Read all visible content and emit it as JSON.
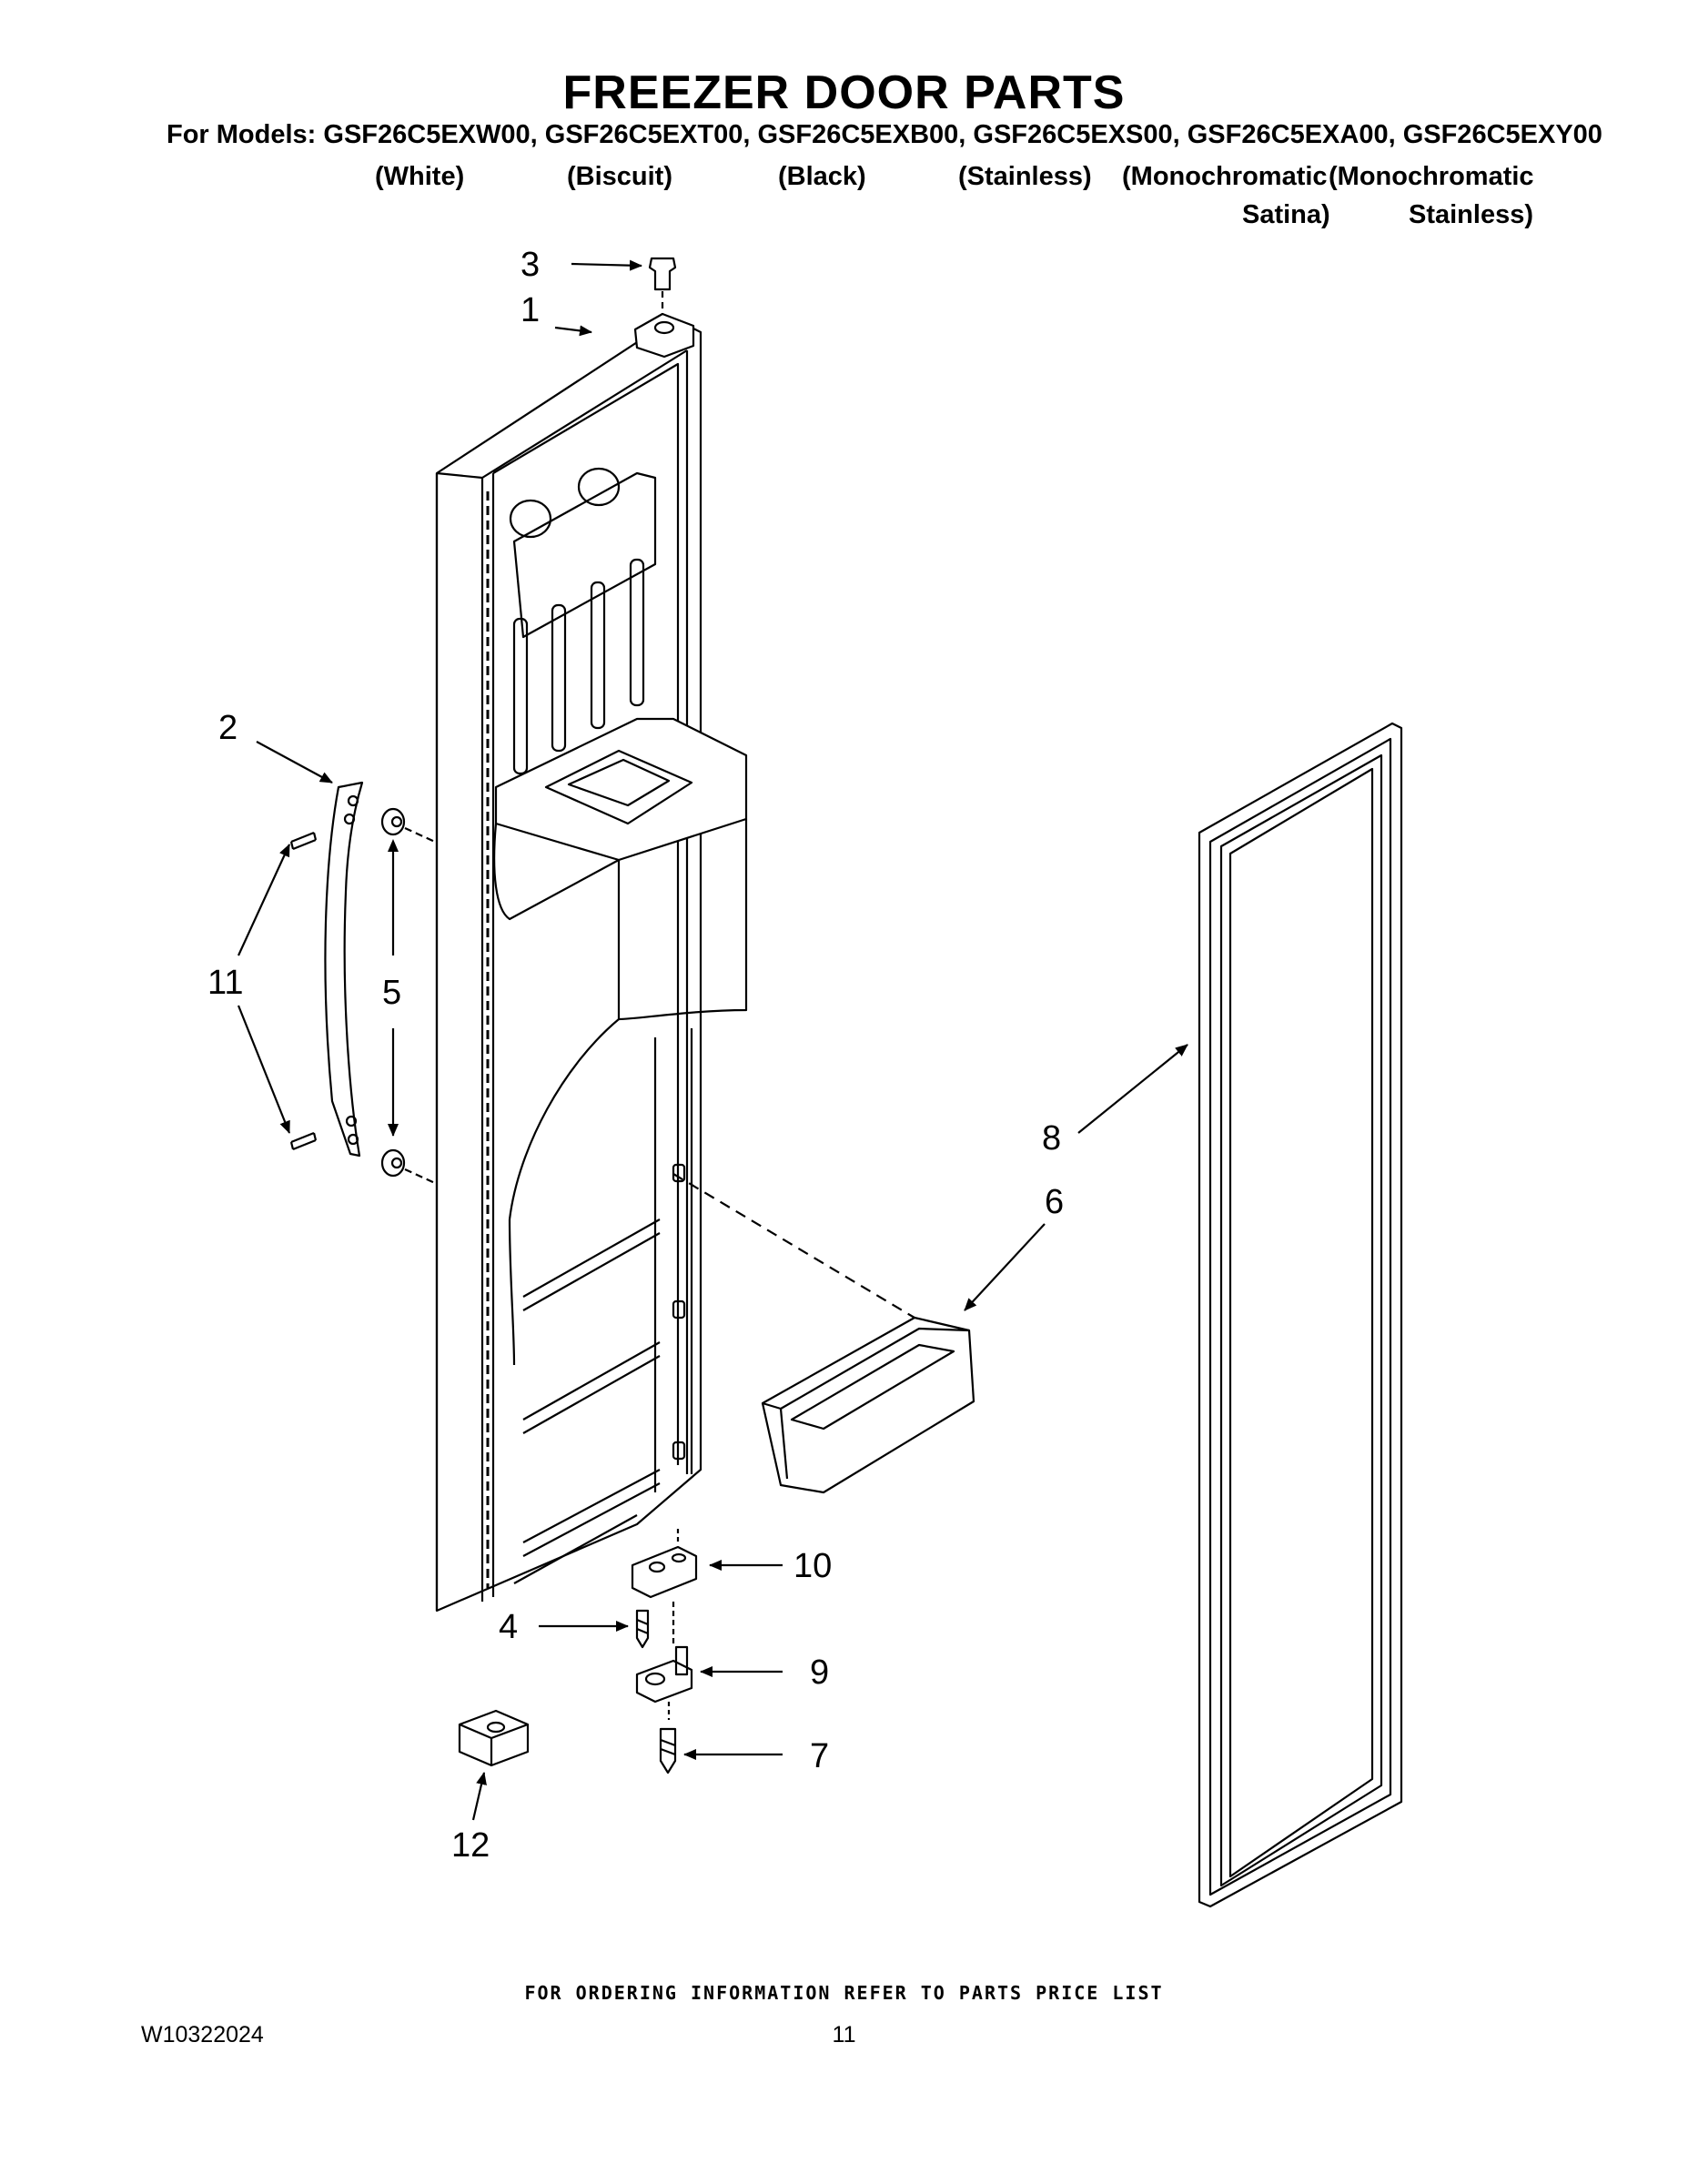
{
  "header": {
    "title": "FREEZER DOOR PARTS",
    "models_line": "For Models: GSF26C5EXW00, GSF26C5EXT00, GSF26C5EXB00, GSF26C5EXS00, GSF26C5EXA00, GSF26C5EXY00",
    "variants": [
      "(White)",
      "(Biscuit)",
      "(Black)",
      "(Stainless)",
      "(Monochromatic",
      "(Monochromatic",
      "Satina)",
      "Stainless)"
    ]
  },
  "callouts": {
    "c1": "1",
    "c2": "2",
    "c3": "3",
    "c4": "4",
    "c5": "5",
    "c6": "6",
    "c7": "7",
    "c8": "8",
    "c9": "9",
    "c10": "10",
    "c11": "11",
    "c12": "12"
  },
  "footer": {
    "ordering_note": "FOR ORDERING INFORMATION REFER TO PARTS PRICE LIST",
    "doc_number": "W10322024",
    "page_number": "11"
  }
}
